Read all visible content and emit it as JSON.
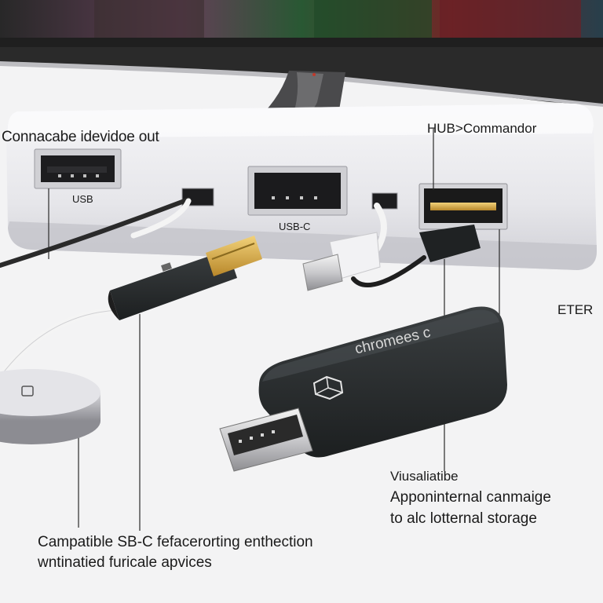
{
  "labels": {
    "hub_title": "Connacabe idevidoe out",
    "commandor": "HUB>Commandor",
    "usb_port": "USB",
    "usbc_port": "USB-C",
    "eter": "ETER",
    "brand": "chromees c",
    "visual_line1": "Viusaliatibe",
    "visual_line2": "Apponinternal canmaige",
    "visual_line3": "to alc lotternal storage",
    "caption_line1": "Campatible SB-C fefacerorting enthection",
    "caption_line2": "wntinatied furicale apvices"
  },
  "colors": {
    "background": "#f3f3f4",
    "hub_body": "#eaeaee",
    "dongle_body": "#262a2b",
    "gold_contacts": "#d4a93a",
    "monitor": "#1f1f1f"
  },
  "icons": [
    "chromecast-logo-icon",
    "puck-logo-icon"
  ]
}
